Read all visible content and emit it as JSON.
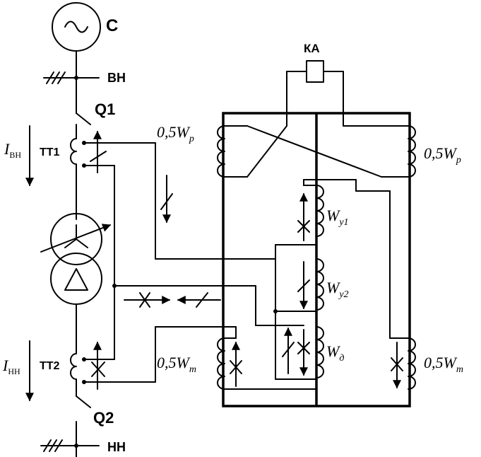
{
  "source": {
    "label": "C"
  },
  "buses": {
    "hv": "ВН",
    "lv": "НН"
  },
  "breakers": {
    "q1": "Q1",
    "q2": "Q2"
  },
  "current_transformers": {
    "tt1": "ТТ1",
    "tt2": "ТТ2",
    "i_hv": {
      "main": "I",
      "sub": "ВН"
    },
    "i_lv": {
      "main": "I",
      "sub": "НН"
    }
  },
  "relay": {
    "ka": "КА",
    "windings": {
      "wp_left": {
        "coef": "0,5",
        "main": "W",
        "sub": "р"
      },
      "wp_right": {
        "coef": "0,5",
        "main": "W",
        "sub": "р"
      },
      "wt_left": {
        "coef": "0,5",
        "main": "W",
        "sub": "т"
      },
      "wt_right": {
        "coef": "0,5",
        "main": "W",
        "sub": "т"
      },
      "wy1": {
        "main": "W",
        "sub": "у1"
      },
      "wy2": {
        "main": "W",
        "sub": "у2"
      },
      "wd": {
        "main": "W",
        "sub": "д"
      }
    }
  }
}
